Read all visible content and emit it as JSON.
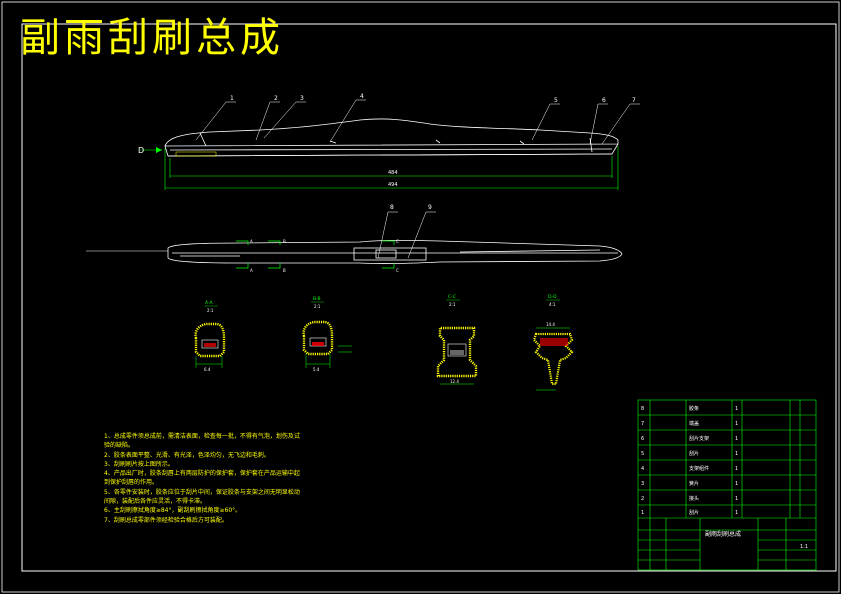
{
  "drawing": {
    "title": "副雨刮刷总成",
    "colors": {
      "background": "#000000",
      "frame": "#ffffff",
      "title": "#ffff00",
      "outline": "#ffffff",
      "dimension": "#00ff00",
      "leader": "#ffffff",
      "hatch": "#ffff00",
      "cut_fill": "#ff0000",
      "table_line": "#00ff00",
      "table_text": "#ffffff"
    }
  },
  "views": {
    "main": {
      "balloons": [
        "1",
        "2",
        "3",
        "4",
        "5",
        "6",
        "7"
      ],
      "overall_dimension": "494",
      "sub_dimension": "484",
      "view_marker": "D"
    },
    "plan": {
      "balloons": [
        "8",
        "9"
      ],
      "section_marks": [
        "A",
        "A",
        "B",
        "B",
        "C",
        "C"
      ]
    },
    "sections": [
      {
        "label": "A-A",
        "scale": "2:1",
        "width_dim": "6.4"
      },
      {
        "label": "B-B",
        "scale": "2:1",
        "width_dim": "5.4"
      },
      {
        "label": "C-C",
        "scale": "2:1",
        "width_dim": "12.4"
      },
      {
        "label": "D-D",
        "scale": "4:1",
        "width_dim": "14.4"
      }
    ]
  },
  "notes": [
    "1、总成零件须总成前，需清洁表面，检查每一批，不得有气泡，划伤及试验的缺陷。",
    "2、胶条表面平整、光滑、有光泽，色泽均匀，无飞边和毛刺。",
    "3、刮刷刷片按上图所示。",
    "4、产品出厂时，胶条刮唇上有两层防护的保护套，保护套在产品运输中起到保护刮唇的作用。",
    "5、各零件安装时，胶条应位于刮片中间，保证胶条与支架之间无明显松动间隙，装配后各件应灵活，不得卡滞。",
    "6、主刮刷擦拭角度≥84°，副刮刷擦拭角度≥60°。",
    "7、刮刷总成零部件须经检验合格后方可装配。"
  ],
  "parts_table": {
    "rows": [
      {
        "no": "8",
        "name": "胶条",
        "qty": "1"
      },
      {
        "no": "7",
        "name": "端盖",
        "qty": "1"
      },
      {
        "no": "6",
        "name": "刮片支架",
        "qty": "1"
      },
      {
        "no": "5",
        "name": "刮片",
        "qty": "1"
      },
      {
        "no": "4",
        "name": "支架组件",
        "qty": "1"
      },
      {
        "no": "3",
        "name": "簧片",
        "qty": "1"
      },
      {
        "no": "2",
        "name": "接头",
        "qty": "1"
      },
      {
        "no": "1",
        "name": "刮片",
        "qty": "1"
      }
    ],
    "title_block_name": "副雨刮刷总成",
    "scale": "1:1"
  }
}
